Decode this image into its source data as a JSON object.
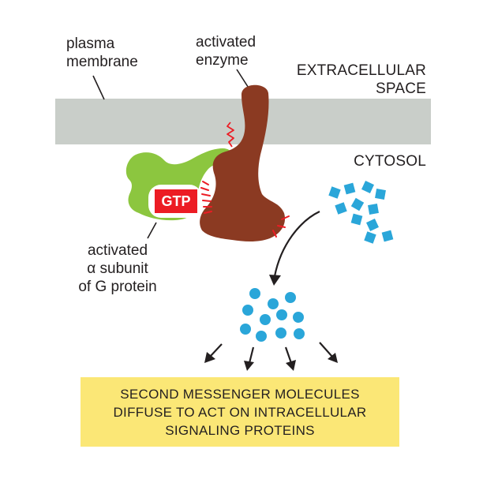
{
  "labels": {
    "plasma_membrane": [
      "plasma",
      "membrane"
    ],
    "activated_enzyme": [
      "activated",
      "enzyme"
    ],
    "extracellular_space": [
      "EXTRACELLULAR",
      "SPACE"
    ],
    "cytosol": "CYTOSOL",
    "g_protein_subunit": [
      "activated",
      "α subunit",
      "of G protein"
    ],
    "gtp": "GTP"
  },
  "result_box": {
    "lines": [
      "SECOND MESSENGER MOLECULES",
      "DIFFUSE TO ACT ON INTRACELLULAR",
      "SIGNALING PROTEINS"
    ]
  },
  "colors": {
    "membrane": "#c9cec9",
    "enzyme": "#8b3a22",
    "g_protein": "#8cc63f",
    "gtp": "#ec1c24",
    "activation_marks": "#ec1c24",
    "precursor_molecules": "#2aa6d9",
    "second_messengers": "#2aa6d9",
    "result_box": "#fbe776"
  }
}
